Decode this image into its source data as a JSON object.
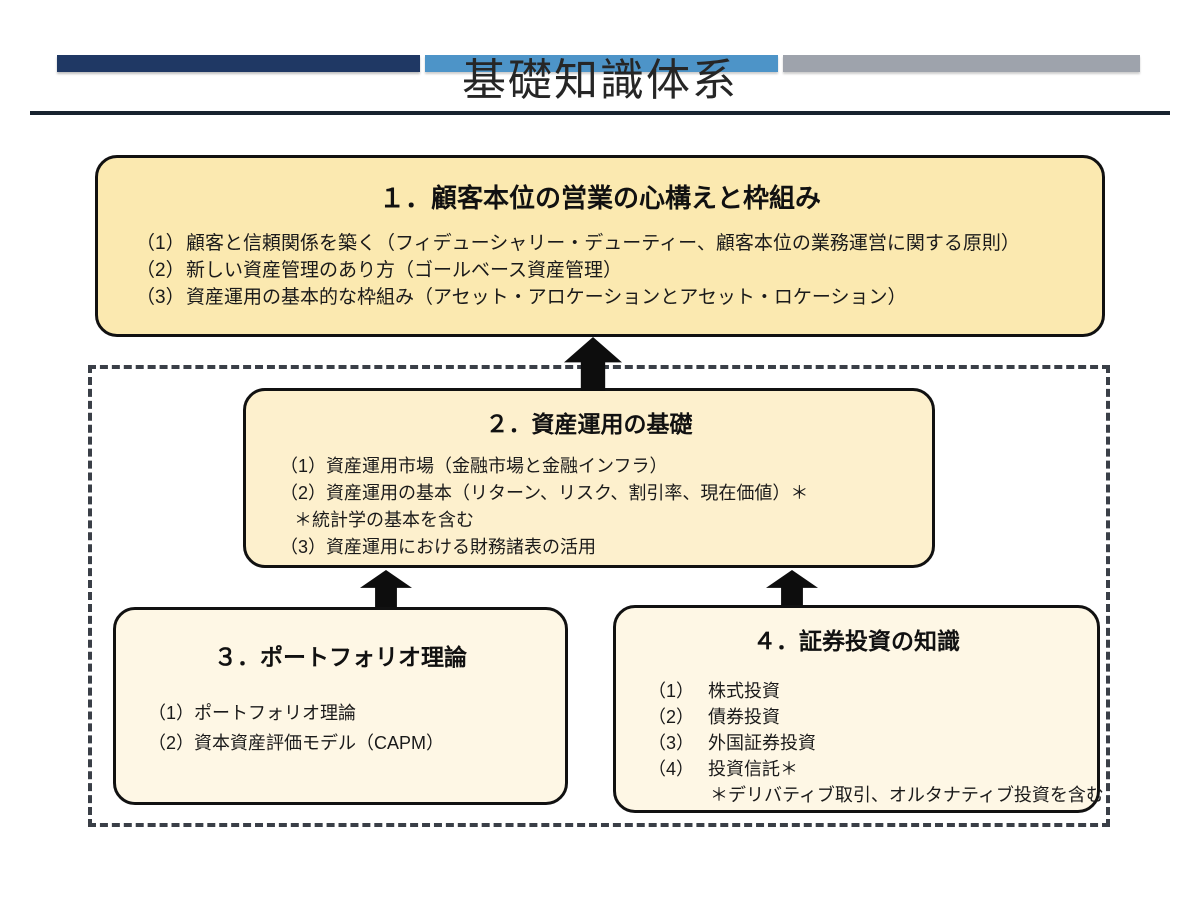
{
  "header": {
    "title": "基礎知識体系"
  },
  "boxes": {
    "box1": {
      "title": "１．顧客本位の営業の心構えと枠組み",
      "items": [
        {
          "num": "（1）",
          "text": "顧客と信頼関係を築く（フィデューシャリー・デューティー、顧客本位の業務運営に関する原則）"
        },
        {
          "num": "（2）",
          "text": "新しい資産管理のあり方（ゴールベース資産管理）"
        },
        {
          "num": "（3）",
          "text": "資産運用の基本的な枠組み（アセット・アロケーションとアセット・ロケーション）"
        }
      ]
    },
    "box2": {
      "title": "２．資産運用の基礎",
      "items": [
        {
          "num": "（1）",
          "text": "資産運用市場（金融市場と金融インフラ）"
        },
        {
          "num": "（2）",
          "text": "資産運用の基本（リターン、リスク、割引率、現在価値）＊"
        },
        {
          "num": "",
          "text": "＊統計学の基本を含む",
          "note": true
        },
        {
          "num": "（3）",
          "text": "資産運用における財務諸表の活用"
        }
      ]
    },
    "box3": {
      "title": "３．ポートフォリオ理論",
      "items": [
        {
          "num": "（1）",
          "text": "ポートフォリオ理論"
        },
        {
          "num": "（2）",
          "text": "資本資産評価モデル（CAPM）"
        }
      ]
    },
    "box4": {
      "title": "４．証券投資の知識",
      "items": [
        {
          "num": "（1）",
          "text": "株式投資"
        },
        {
          "num": "（2）",
          "text": "債券投資"
        },
        {
          "num": "（3）",
          "text": "外国証券投資"
        },
        {
          "num": "（4）",
          "text": "投資信託＊"
        },
        {
          "num": "",
          "text": "＊デリバティブ取引、オルタナティブ投資を含む",
          "note": true
        }
      ]
    }
  },
  "colors": {
    "bar_navy": "#1F3864",
    "bar_blue": "#4D94C8",
    "bar_gray": "#9EA3AC",
    "title_rule": "#18222E",
    "box1_fill": "#FBE9B0",
    "box2_fill": "#FDF0CD",
    "box3_fill": "#FEF7E5",
    "box4_fill": "#FEF7E5",
    "box_border": "#111111",
    "dashed_border": "#3A3F47",
    "arrow": "#0D0D0D"
  }
}
